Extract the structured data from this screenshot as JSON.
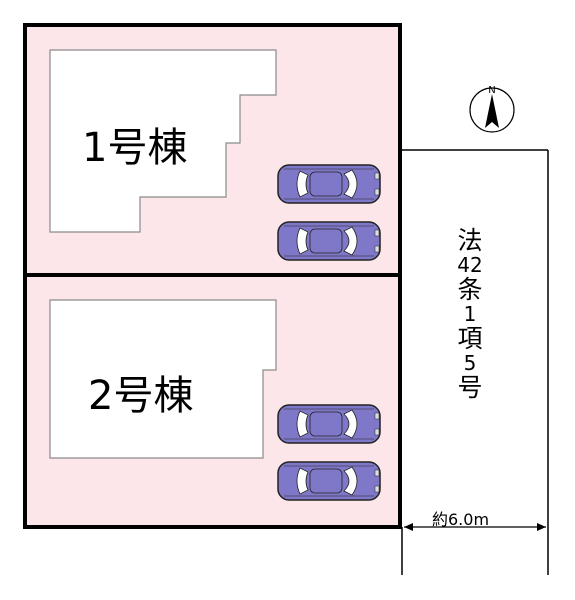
{
  "buildings": [
    {
      "id": 1,
      "label": "1号棟",
      "parking_spaces": 2
    },
    {
      "id": 2,
      "label": "2号棟",
      "parking_spaces": 2
    }
  ],
  "road": {
    "label_chars": [
      "法",
      "42",
      "条",
      "1",
      "項",
      "5",
      "号"
    ],
    "width_label": "約6.0m"
  },
  "compass": {
    "label": "N"
  },
  "colors": {
    "lot_fill": "#fde6ea",
    "lot_border": "#000000",
    "building_fill": "#ffffff",
    "building_outline": "#8a8a8a",
    "car_body": "#7f78c8",
    "car_glass": "#ffffff"
  }
}
